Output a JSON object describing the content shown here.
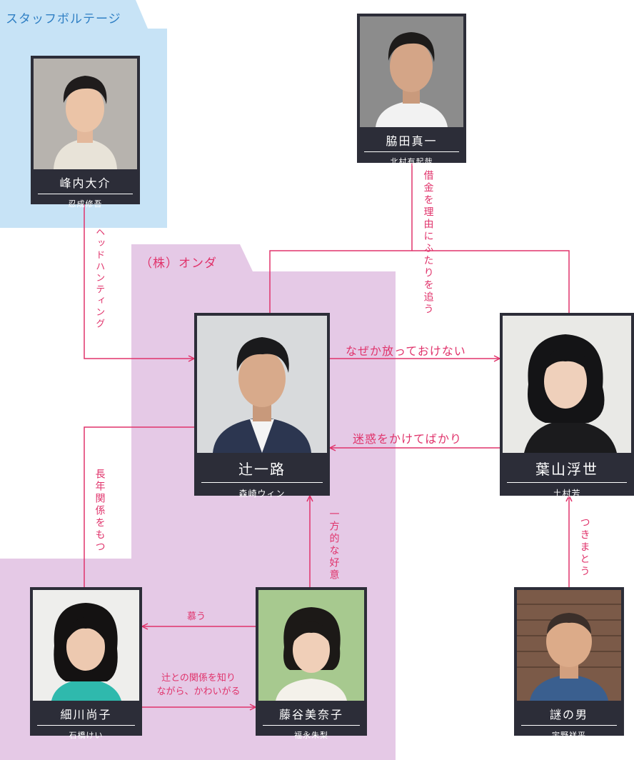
{
  "colors": {
    "staff_bg": "#c7e3f6",
    "onda_bg": "#e5c9e6",
    "line": "#e0336b",
    "card": "#2c2d38"
  },
  "groups": {
    "staff": {
      "label": "スタッフボルテージ"
    },
    "onda": {
      "label": "（株）オンダ"
    }
  },
  "characters": {
    "minenouchi": {
      "name": "峰内大介",
      "actor": "忍成修吾"
    },
    "wakita": {
      "name": "脇田真一",
      "actor": "北村有起哉"
    },
    "tsuji": {
      "name": "辻一路",
      "actor": "森崎ウィン"
    },
    "hayama": {
      "name": "葉山浮世",
      "actor": "土村芳"
    },
    "hosokawa": {
      "name": "細川尚子",
      "actor": "石橋けい"
    },
    "fujitani": {
      "name": "藤谷美奈子",
      "actor": "福永朱梨"
    },
    "nazo": {
      "name": "謎の男",
      "actor": "宇野祥平"
    }
  },
  "relations": {
    "headhunting": "ヘッドハンティング",
    "debt": "借金を理由にふたりを追う",
    "cant_leave": "なぜか放っておけない",
    "trouble": "迷惑をかけてばかり",
    "long_relation": "長年関係をもつ",
    "one_sided": "一方的な好意",
    "admire": "慕う",
    "knowing_1": "辻との関係を知り",
    "knowing_2": "ながら、かわいがる",
    "stalks": "つきまとう"
  }
}
